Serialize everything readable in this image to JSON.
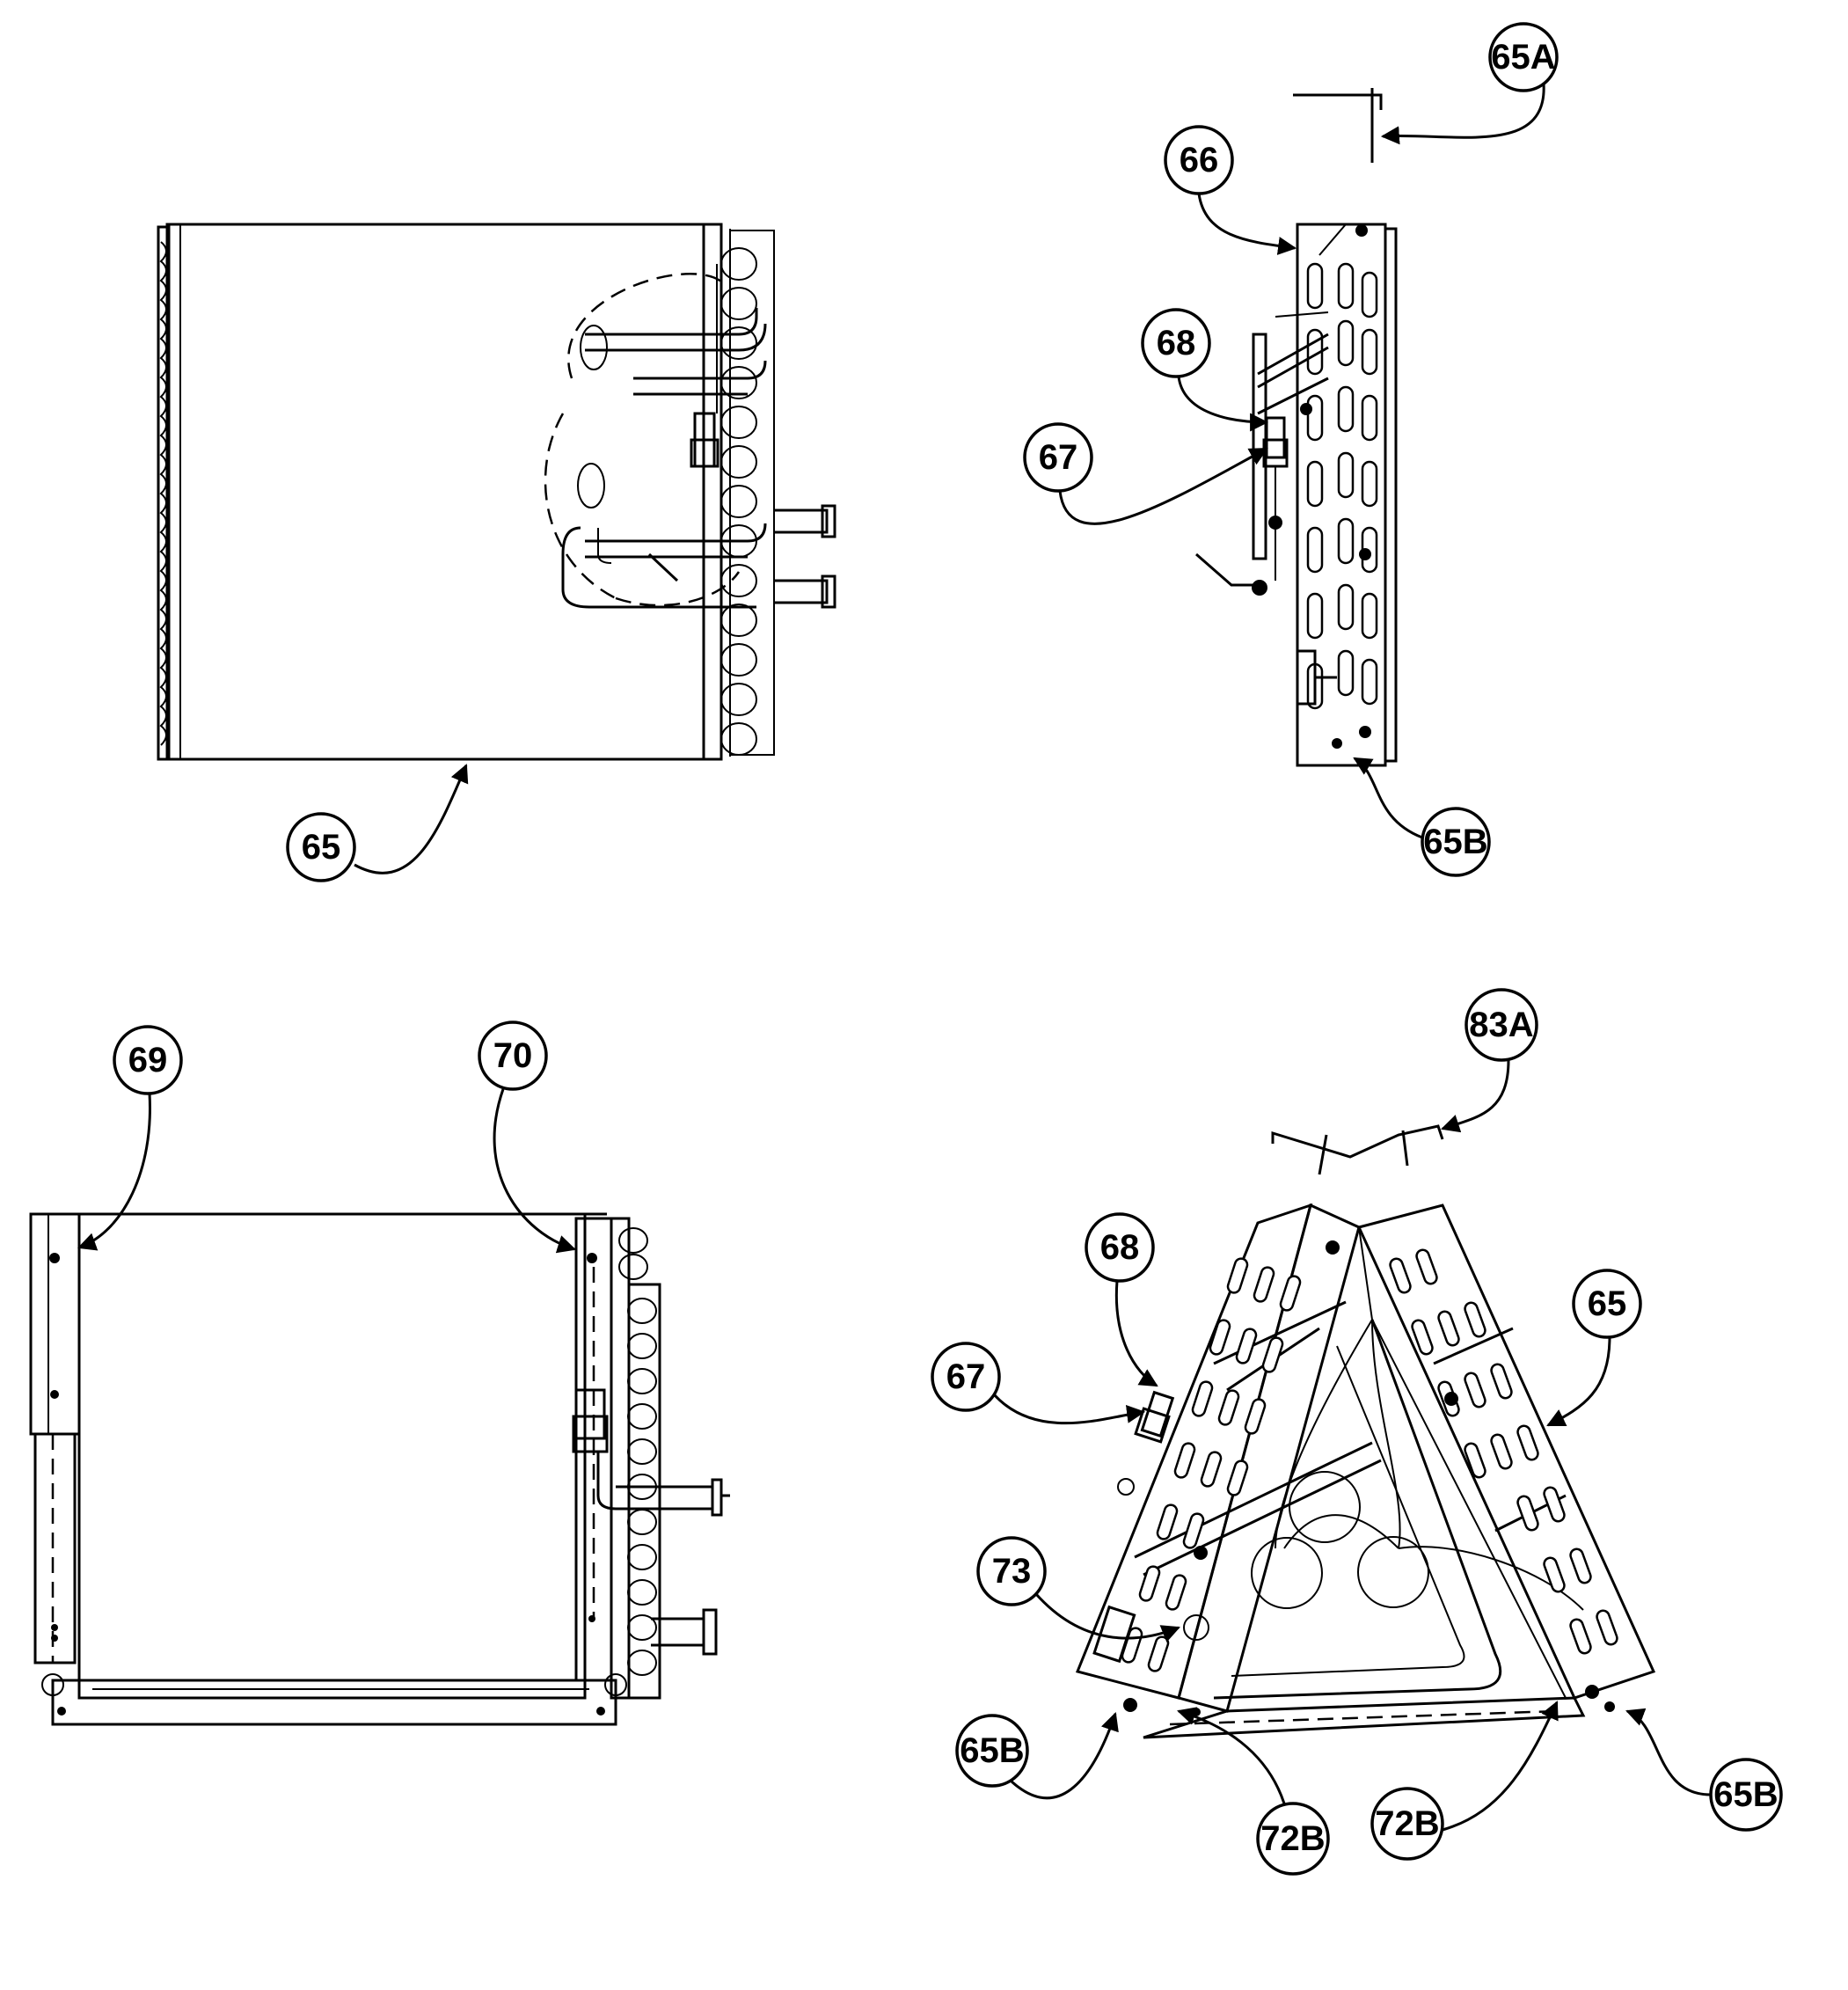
{
  "labels": {
    "fig1_65": "65",
    "fig2_65A": "65A",
    "fig2_66": "66",
    "fig2_68": "68",
    "fig2_67": "67",
    "fig2_65B": "65B",
    "fig3_69": "69",
    "fig3_70": "70",
    "fig4_83A": "83A",
    "fig4_68": "68",
    "fig4_65": "65",
    "fig4_67": "67",
    "fig4_73": "73",
    "fig4_65B_left": "65B",
    "fig4_72B_left": "72B",
    "fig4_72B_right": "72B",
    "fig4_65B_right": "65B"
  }
}
